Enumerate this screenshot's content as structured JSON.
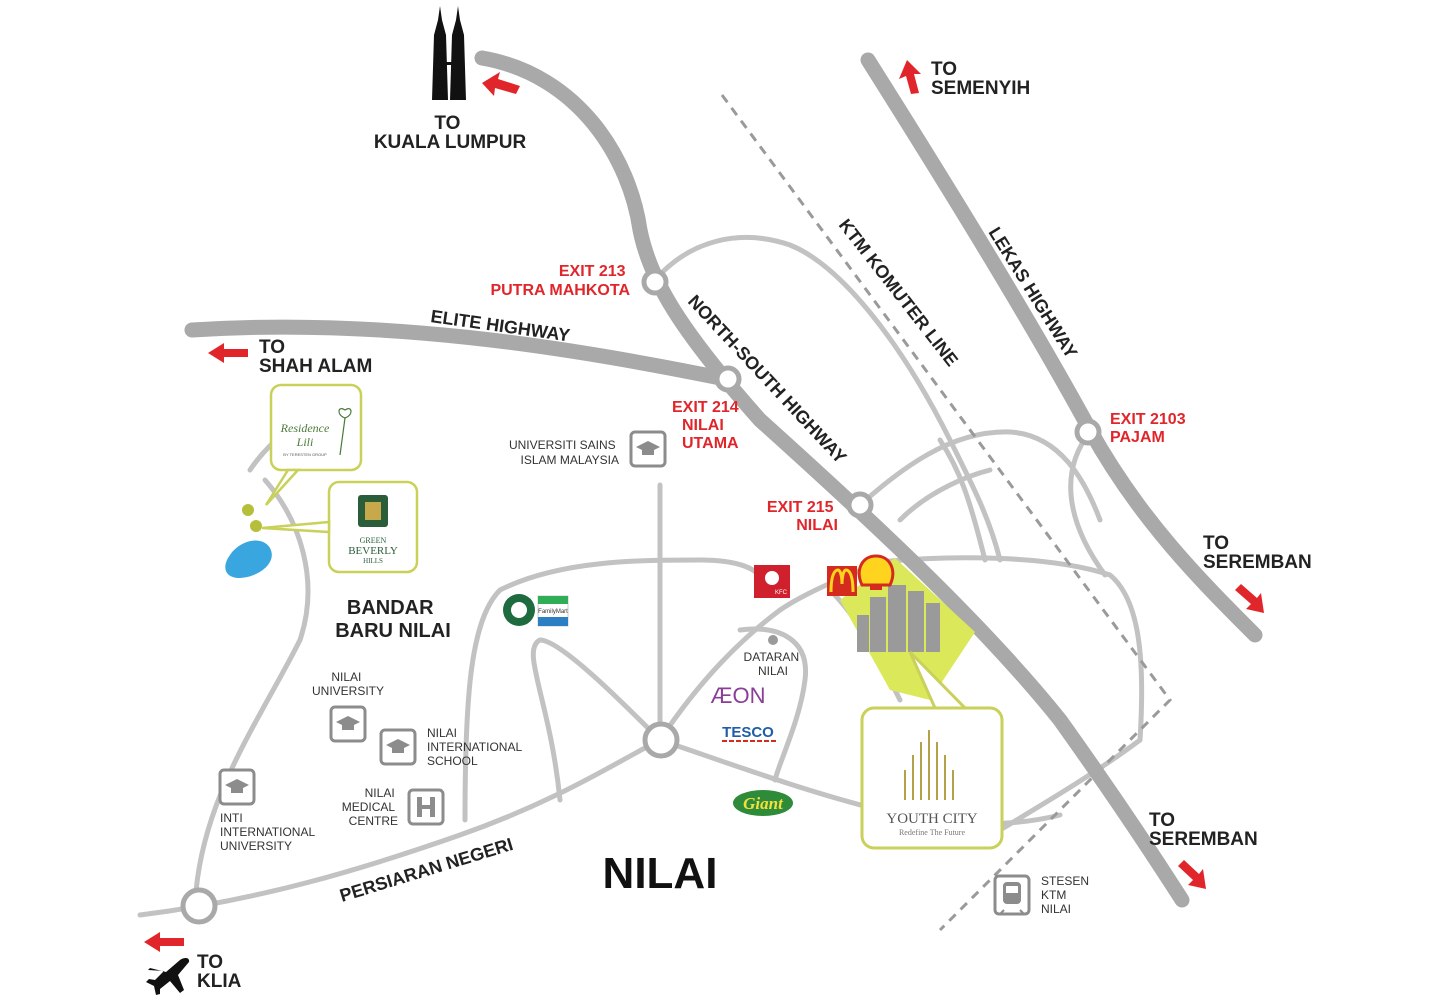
{
  "destinations": {
    "kuala_lumpur": [
      "TO",
      "KUALA LUMPUR"
    ],
    "semenyih": [
      "TO",
      "SEMENYIH"
    ],
    "shah_alam": [
      "TO",
      "SHAH ALAM"
    ],
    "seremban_upper": [
      "TO",
      "SEREMBAN"
    ],
    "seremban_lower": [
      "TO",
      "SEREMBAN"
    ],
    "klia": [
      "TO",
      "KLIA"
    ]
  },
  "exits": {
    "exit_213": [
      "EXIT 213",
      "PUTRA MAHKOTA"
    ],
    "exit_214": [
      "EXIT 214",
      "NILAI",
      "UTAMA"
    ],
    "exit_215": [
      "EXIT 215",
      "NILAI"
    ],
    "exit_2103": [
      "EXIT 2103",
      "PAJAM"
    ]
  },
  "roads": {
    "elite": "ELITE HIGHWAY",
    "north_south": "NORTH-SOUTH HIGHWAY",
    "ktm": "KTM KOMUTER LINE",
    "lekas": "LEKAS HIGHWAY",
    "persiaran": "PERSIARAN NEGERI"
  },
  "places": {
    "usim": [
      "UNIVERSITI SAINS",
      "ISLAM MALAYSIA"
    ],
    "nilai_university": [
      "NILAI",
      "UNIVERSITY"
    ],
    "nilai_international": [
      "NILAI",
      "INTERNATIONAL",
      "SCHOOL"
    ],
    "nilai_medical": [
      "NILAI",
      "MEDICAL",
      "CENTRE"
    ],
    "inti": [
      "INTI",
      "INTERNATIONAL",
      "UNIVERSITY"
    ],
    "dataran_nilai": [
      "DATARAN",
      "NILAI"
    ],
    "stesen_ktm": [
      "STESEN",
      "KTM",
      "NILAI"
    ]
  },
  "areas": {
    "bandar_baru_nilai": [
      "BANDAR",
      "BARU NILAI"
    ],
    "nilai": "NILAI"
  },
  "brands": {
    "aeon": "ÆON",
    "tesco": "TESCO",
    "giant": "Giant",
    "kfc": "KFC",
    "familymart": "FamilyMart",
    "youth_city_name": "YOUTH CITY",
    "youth_city_tagline": "Redefine The Future",
    "residence_lili": [
      "Residence",
      "Lili"
    ],
    "residence_lili_sub": "BY TERESTEN GROUP",
    "green_beverly": [
      "GREEN",
      "BEVERLY",
      "HILLS"
    ]
  },
  "colors": {
    "road": "#a9a9a9",
    "exit_label": "#e0262b",
    "arrow": "#e0262b",
    "site_highlight": "#dbe85a",
    "lake": "#3aa6e0",
    "callout_border": "#c9d15a"
  }
}
